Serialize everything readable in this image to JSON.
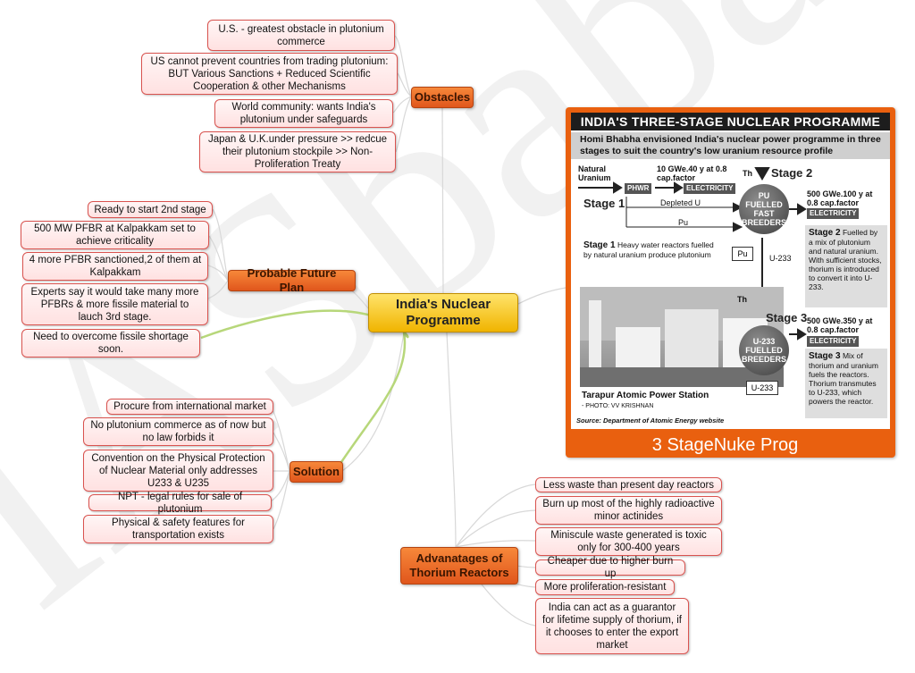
{
  "central": {
    "label": "India's Nuclear Programme"
  },
  "watermark": {
    "text": "IASbaba"
  },
  "branches": {
    "obstacles": {
      "label": "Obstacles",
      "leaves": [
        "U.S. - greatest obstacle in plutonium commerce",
        "US cannot prevent countries from trading plutonium: BUT Various Sanctions + Reduced Scientific Cooperation & other Mechanisms",
        "World community: wants India's plutonium under safeguards",
        "Japan & U.K.under pressure >> redcue their plutonium stockpile >> Non-Proliferation Treaty"
      ]
    },
    "future": {
      "label": "Probable Future Plan",
      "leaves": [
        "Ready to start 2nd stage",
        "500 MW PFBR at Kalpakkam set to achieve criticality",
        "4 more PFBR sanctioned,2 of them at Kalpakkam",
        "Experts say it would take many more PFBRs & more fissile material to lauch 3rd stage.",
        "Need to overcome fissile shortage soon."
      ]
    },
    "solution": {
      "label": "Solution",
      "leaves": [
        "Procure from international market",
        "No plutonium commerce as of now but no law forbids it",
        "Convention on the Physical Protection of Nuclear Material only  addresses U233 & U235",
        "NPT - legal rules for sale of plutonium",
        "Physical & safety features for transportation exists"
      ]
    },
    "advantages": {
      "label": "Advanatages of Thorium Reactors",
      "leaves": [
        "Less waste than present day reactors",
        "Burn up most of the highly radioactive minor actinides",
        "Miniscule waste generated is toxic only for 300-400 years",
        "Cheaper due to higher burn up",
        "More proliferation-resistant",
        "India can act as a guarantor for lifetime supply of thorium, if it chooses to enter the export market"
      ]
    }
  },
  "infographic": {
    "caption": "3 StageNuke Prog",
    "title": "INDIA'S THREE-STAGE NUCLEAR PROGRAMME",
    "subtitle": "Homi Bhabha envisioned India's nuclear power programme in three stages to suit the country's low uranium resource profile",
    "natural_uranium": "Natural Uranium",
    "stage1_label": "Stage 1",
    "stage2_label": "Stage 2",
    "stage3_label": "Stage 3",
    "phwr": "PHWR",
    "electricity": "ELECTRICITY",
    "stage1_capacity": "10 GWe.40 y at 0.8 cap.factor",
    "stage2_capacity": "500 GWe.100 y at 0.8 cap.factor",
    "stage3_capacity": "500 GWe.350 y at 0.8 cap.factor",
    "depleted_u": "Depleted U",
    "pu": "Pu",
    "th": "Th",
    "u233": "U-233",
    "pu_breeders": "PU FUELLED FAST BREEDERS",
    "u233_breeders": "U-233 FUELLED BREEDERS",
    "stage1_desc_head": "Stage 1",
    "stage1_desc": "Heavy water reactors fuelled by natural uranium produce plutonium",
    "stage2_desc_head": "Stage 2",
    "stage2_desc": "Fuelled by a mix of plutonium and natural uranium. With sufficient stocks, thorium is introduced to convert it into U-233.",
    "stage3_desc_head": "Stage 3",
    "stage3_desc": "Mix of thorium and uranium fuels the reactors. Thorium transmutes to U-233, which powers the reactor.",
    "plant_caption": "Tarapur Atomic Power Station",
    "photo_credit": "- PHOTO: VV KRISHNAN",
    "source": "Source: Department of Atomic Energy website"
  },
  "colors": {
    "branch": "#e9601c",
    "central": "#f6c21c",
    "leaf_border": "#d9534f",
    "panel": "#e9600f"
  }
}
